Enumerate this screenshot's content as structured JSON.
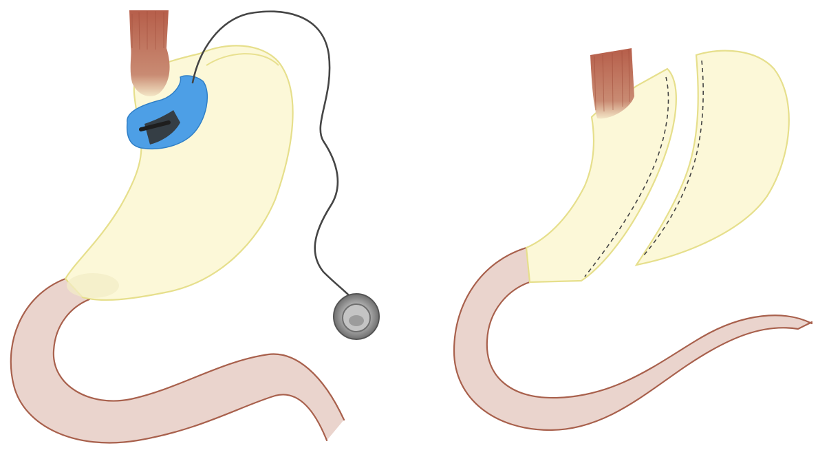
{
  "figure": {
    "panels": [
      {
        "id": "left",
        "labels": [],
        "parts": [
          "esophagus",
          "stomach",
          "gastric-band",
          "tubing",
          "access-port",
          "duodenum"
        ]
      },
      {
        "id": "right",
        "labels": [],
        "parts": [
          "esophagus",
          "sleeve-stomach",
          "staple-line",
          "resected-stomach",
          "duodenum"
        ]
      }
    ],
    "colors": {
      "esophagus": "#b86a55",
      "stomach_fill": "#fbf6cf",
      "stomach_outline": "#e6df8c",
      "band": "#4aa0e8",
      "band_lock": "#3a3a3a",
      "tube": "#444444",
      "port_outer": "#8a8a8a",
      "port_inner": "#b5b5b5",
      "intestine_outline": "#a8604c",
      "intestine_fill": "#e9d2cb",
      "staple_line": "#444444"
    }
  }
}
